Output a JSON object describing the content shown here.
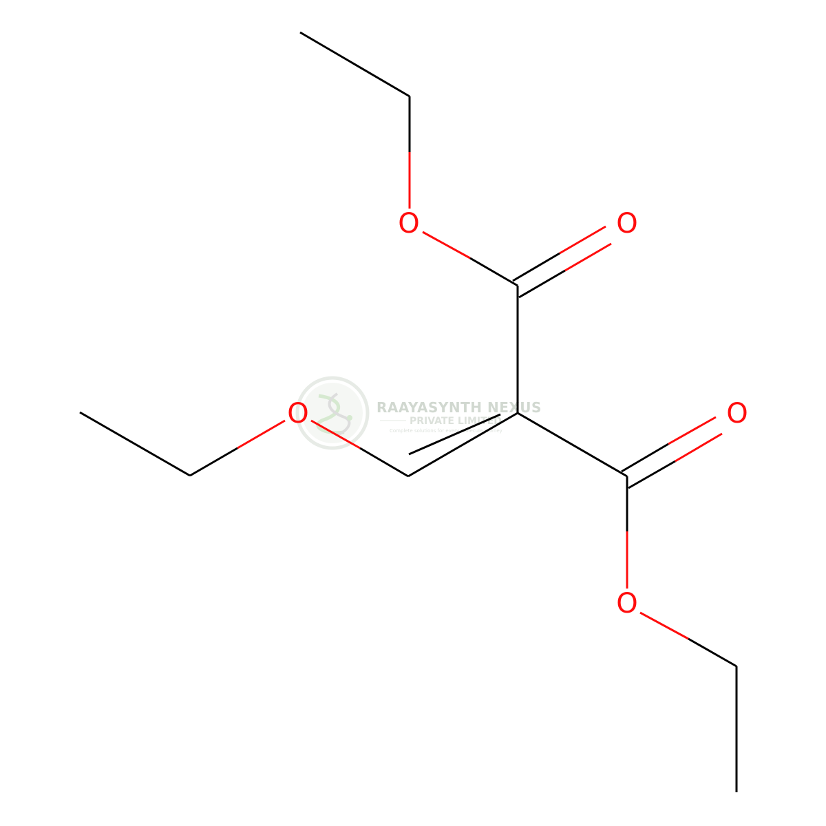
{
  "molecule": {
    "atom_label_text": "O",
    "colors": {
      "bond": "#000000",
      "oxygen": "#ff0d0d"
    }
  },
  "watermark": {
    "title": "RAAYASYNTH NEXUS",
    "subtitle": "PRIVATE LIMITED",
    "tagline": "Complete solutions for every molecule journey",
    "colors": {
      "ring": "#e3e8e2",
      "text": "#c9d2c8"
    }
  }
}
